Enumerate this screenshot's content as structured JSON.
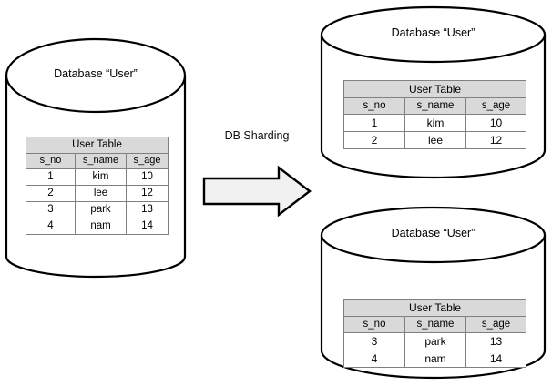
{
  "diagram": {
    "title": "DB Sharding",
    "background_color": "#ffffff",
    "colors": {
      "table_header": "#d9d9d9",
      "table_cell": "#ffffff",
      "stroke": "#000000",
      "cell_border": "#808080",
      "arrow_fill": "#f1f1f1"
    }
  },
  "operation": {
    "label": "DB Sharding",
    "arrow_icon": "right-block-arrow-icon",
    "direction": "left-to-right"
  },
  "source_database": {
    "label": "Database “User”",
    "shape": "cylinder",
    "table": {
      "title": "User Table",
      "columns": [
        "s_no",
        "s_name",
        "s_age"
      ],
      "rows": [
        [
          "1",
          "kim",
          "10"
        ],
        [
          "2",
          "lee",
          "12"
        ],
        [
          "3",
          "park",
          "13"
        ],
        [
          "4",
          "nam",
          "14"
        ]
      ]
    }
  },
  "shard_databases": [
    {
      "label": "Database “User”",
      "shape": "cylinder",
      "table": {
        "title": "User Table",
        "columns": [
          "s_no",
          "s_name",
          "s_age"
        ],
        "rows": [
          [
            "1",
            "kim",
            "10"
          ],
          [
            "2",
            "lee",
            "12"
          ]
        ]
      }
    },
    {
      "label": "Database “User”",
      "shape": "cylinder",
      "table": {
        "title": "User Table",
        "columns": [
          "s_no",
          "s_name",
          "s_age"
        ],
        "rows": [
          [
            "3",
            "park",
            "13"
          ],
          [
            "4",
            "nam",
            "14"
          ]
        ]
      }
    }
  ]
}
